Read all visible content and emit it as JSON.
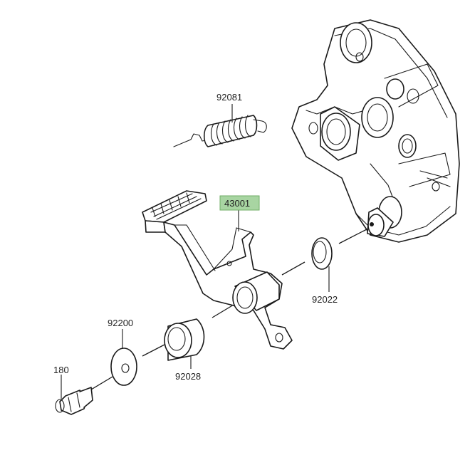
{
  "parts": {
    "spring": "92081",
    "pedal": "43001",
    "shim_small": "92022",
    "washer": "92200",
    "collar": "92028",
    "bolt": "180"
  },
  "highlight_color": "#a8d5a2"
}
